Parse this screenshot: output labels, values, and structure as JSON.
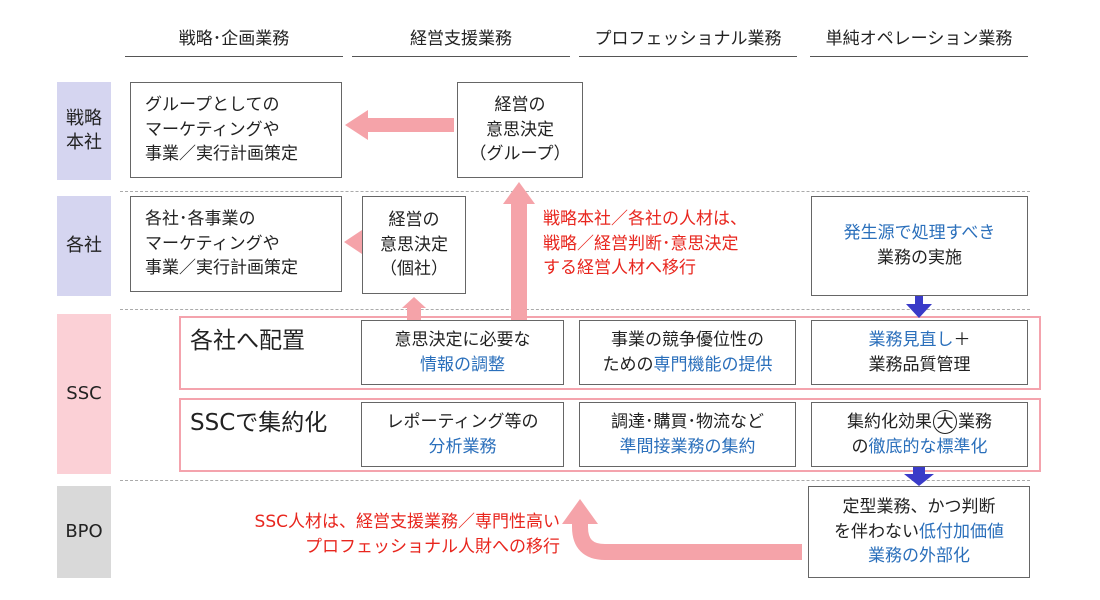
{
  "columns": [
    "戦略･企画業務",
    "経営支援業務",
    "プロフェッショナル業務",
    "単純オペレーション業務"
  ],
  "rows": {
    "hq": "戦略\n本社",
    "subs": "各社",
    "ssc": "SSC",
    "bpo": "BPO"
  },
  "hq_boxes": {
    "planning": [
      "グループとしての",
      "マーケティングや",
      "事業／実行計画策定"
    ],
    "decision": [
      "経営の",
      "意思決定",
      "（グループ）"
    ]
  },
  "sub_boxes": {
    "planning": [
      "各社･各事業の",
      "マーケティングや",
      "事業／実行計画策定"
    ],
    "decision": [
      "経営の",
      "意思決定",
      "（個社）"
    ],
    "source_line1": "発生源で処理すべき",
    "source_line2": "業務の実施"
  },
  "talent_note": [
    "戦略本社／各社の人材は、",
    "戦略／経営判断･意思決定",
    "する経営人材へ移行"
  ],
  "ssc_deploy": {
    "title": "各社へ配置",
    "box1_line1": "意思決定に必要な",
    "box1_line2": "情報の調整",
    "box2_line1": "事業の競争優位性の",
    "box2_line2a": "ための",
    "box2_line2b": "専門機能の提供",
    "box3_line1a": "業務見直し",
    "box3_line1b": "＋",
    "box3_line2": "業務品質管理"
  },
  "ssc_consolidate": {
    "title": "SSCで集約化",
    "box1_line1": "レポーティング等の",
    "box1_line2": "分析業務",
    "box2_line1": "調達･購買･物流など",
    "box2_line2": "準間接業務の集約",
    "box3_line1a": "集約化効果",
    "box3_circled": "大",
    "box3_line1b": "業務",
    "box3_line2a": "の",
    "box3_line2b": "徹底的な標準化"
  },
  "bpo": {
    "note": [
      "SSC人材は、経営支援業務／専門性高い",
      "プロフェッショナル人財への移行"
    ],
    "box_line1": "定型業務、かつ判断",
    "box_line2a": "を伴わない",
    "box_line2b": "低付加価値",
    "box_line3": "業務の外部化"
  },
  "colors": {
    "row_hq": "#d5d5f0",
    "row_ssc": "#fbd0d6",
    "row_bpo": "#d9d9d9",
    "arrow_pink": "#f5a3a9",
    "arrow_blue": "#3a3bc8",
    "text_blue": "#2a6fbb",
    "text_red": "#e8261e"
  }
}
